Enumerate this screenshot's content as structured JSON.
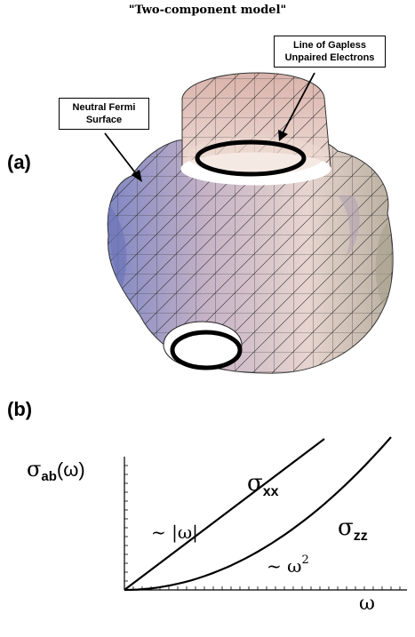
{
  "title": "\"Two-component model\"",
  "panel_a": {
    "label": "(a)",
    "callout_left": [
      "Neutral Fermi",
      "Surface"
    ],
    "callout_right": [
      "Line of Gapless",
      "Unpaired Electrons"
    ]
  },
  "panel_b": {
    "label": "(b)",
    "ylabel": {
      "base": "σ",
      "sub": "ab",
      "arg": "(ω)"
    },
    "xlabel": "ω",
    "curves": [
      {
        "name": {
          "base": "σ",
          "sub": "xx"
        },
        "law": "linear",
        "annotation": "~ |ω|"
      },
      {
        "name": {
          "base": "σ",
          "sub": "zz"
        },
        "law": "quadratic",
        "annotation": {
          "base": "~ ω",
          "sup": "2"
        }
      }
    ]
  },
  "colors": {
    "surface_light": "#e8d6d2",
    "surface_mid": "#c9b0c0",
    "surface_blue": "#8f92c8",
    "surface_edge": "#b7a9a0",
    "line": "#000000"
  }
}
